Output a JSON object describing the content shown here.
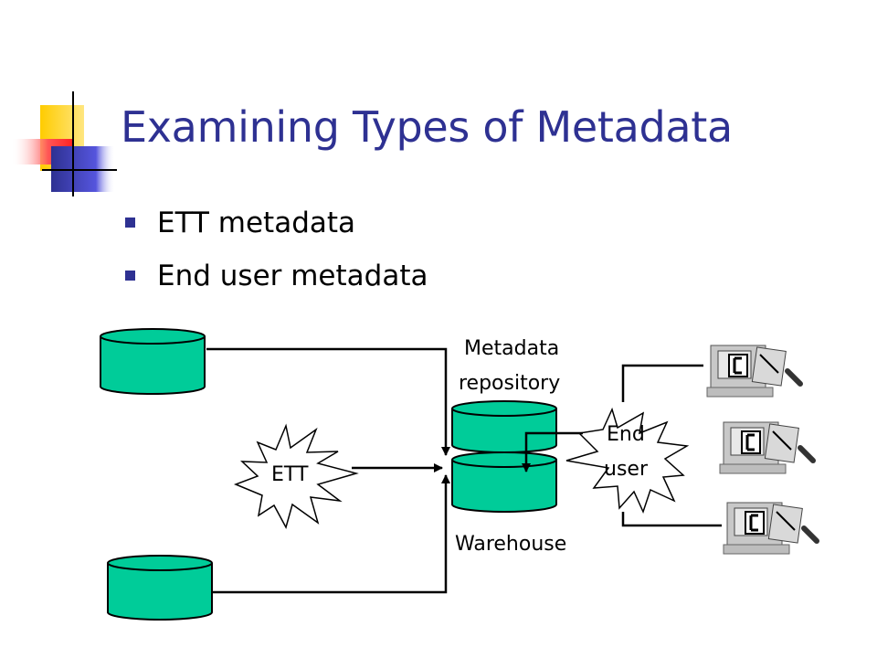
{
  "slide": {
    "title": "Examining Types of Metadata",
    "bullets": [
      "ETT metadata",
      "End user metadata"
    ]
  },
  "diagram": {
    "metadata_label_line1": "Metadata",
    "metadata_label_line2": "repository",
    "warehouse_label": "Warehouse",
    "ett_label": "ETT",
    "end_user_line1": "End",
    "end_user_line2": "user"
  },
  "colors": {
    "title": "#2E3192",
    "cylinder_fill": "#00CC99",
    "logo_yellow": "#FFCC00",
    "logo_red": "#FF3333",
    "logo_blue": "#3333CC"
  },
  "icons": [
    "workstation-icon",
    "workstation-icon",
    "workstation-icon"
  ]
}
